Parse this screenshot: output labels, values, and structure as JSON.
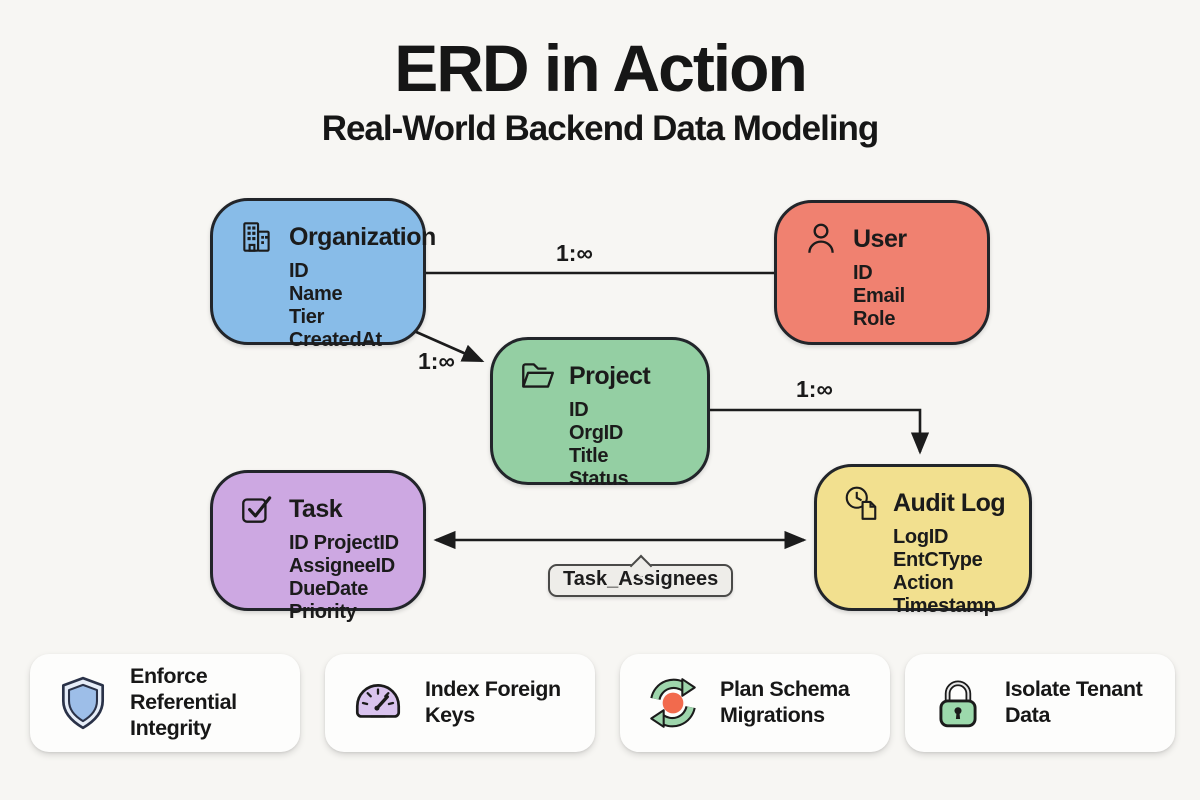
{
  "header": {
    "title": "ERD in Action",
    "subtitle": "Real-World Backend Data Modeling"
  },
  "entities": {
    "organization": {
      "title": "Organization",
      "icon": "building-icon",
      "color": "#88bce8",
      "fields": [
        "ID",
        "Name",
        "Tier",
        "CreatedAt"
      ]
    },
    "user": {
      "title": "User",
      "icon": "user-icon",
      "color": "#f08170",
      "fields": [
        "ID",
        "Email",
        "Role"
      ]
    },
    "project": {
      "title": "Project",
      "icon": "folder-icon",
      "color": "#94cfa3",
      "fields": [
        "ID",
        "OrgID",
        "Title",
        "Status"
      ]
    },
    "task": {
      "title": "Task",
      "icon": "checkbox-icon",
      "color": "#cda8e2",
      "fields": [
        "ID ProjectID",
        "AssigneeID",
        "DueDate",
        "Priority"
      ]
    },
    "audit_log": {
      "title": "Audit Log",
      "icon": "clock-document-icon",
      "color": "#f2e08f",
      "fields": [
        "LogID",
        "EntCType",
        "Action",
        "Timestamp"
      ]
    }
  },
  "relationships": {
    "org_user": {
      "label": "1:∞"
    },
    "org_project": {
      "label": "1:∞"
    },
    "project_audit": {
      "label": "1:∞"
    },
    "task_audit": {
      "label": "Task_Assignees"
    }
  },
  "cards": [
    {
      "icon": "shield-icon",
      "label": "Enforce Referential Integrity"
    },
    {
      "icon": "gauge-icon",
      "label": "Index Foreign Keys"
    },
    {
      "icon": "cycle-icon",
      "label": "Plan Schema Migrations"
    },
    {
      "icon": "lock-icon",
      "label": "Isolate Tenant Data"
    }
  ],
  "colors": {
    "background": "#f7f6f3",
    "border": "#22252a",
    "text": "#171717",
    "bubble_bg": "#eeede9",
    "card_bg": "#fdfdfc",
    "shield_blue": "#9dbee8",
    "gauge_purple": "#d9c3ee",
    "cycle_green": "#9ed5ac",
    "cycle_red": "#f26a4d",
    "lock_green": "#9cd9ac"
  }
}
